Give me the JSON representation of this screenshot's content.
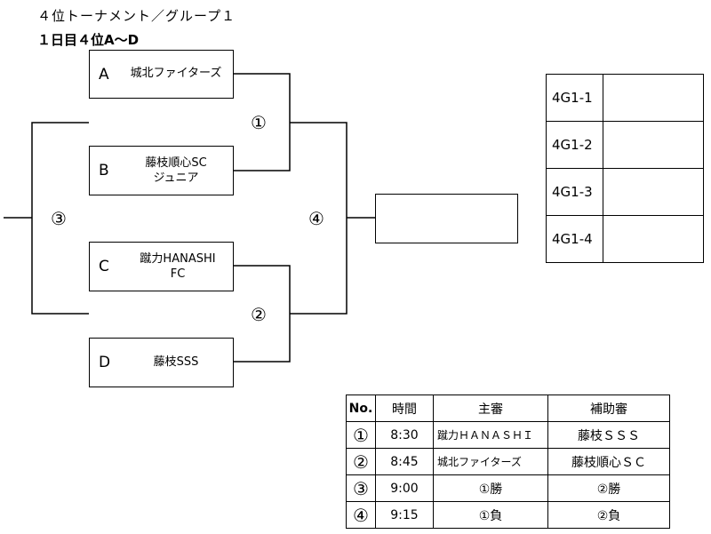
{
  "title": "４位トーナメント／グループ１",
  "subtitle": "１日目４位A～D",
  "teams": [
    {
      "letter": "A",
      "name": "城北ファイターズ"
    },
    {
      "letter": "B",
      "name": "藤枝順心SC\nジュニア"
    },
    {
      "letter": "C",
      "name": "蹴力HANASHI\nFC"
    },
    {
      "letter": "D",
      "name": "藤枝SSS"
    }
  ],
  "match_labels": [
    "①",
    "②",
    "③",
    "④"
  ],
  "results": [
    "4G1-1",
    "4G1-2",
    "4G1-3",
    "4G1-4"
  ],
  "schedule": {
    "headers": [
      "No.",
      "時間",
      "主審",
      "補助審"
    ],
    "rows": [
      {
        "no": "①",
        "time": "8:30",
        "referee": "蹴力ＨＡＮＡＳＨＩ",
        "assistant": "藤枝ＳＳＳ"
      },
      {
        "no": "②",
        "time": "8:45",
        "referee": "城北ファイターズ",
        "assistant": "藤枝順心ＳＣ"
      },
      {
        "no": "③",
        "time": "9:00",
        "referee": "①勝",
        "assistant": "②勝"
      },
      {
        "no": "④",
        "time": "9:15",
        "referee": "①負",
        "assistant": "②負"
      }
    ]
  }
}
